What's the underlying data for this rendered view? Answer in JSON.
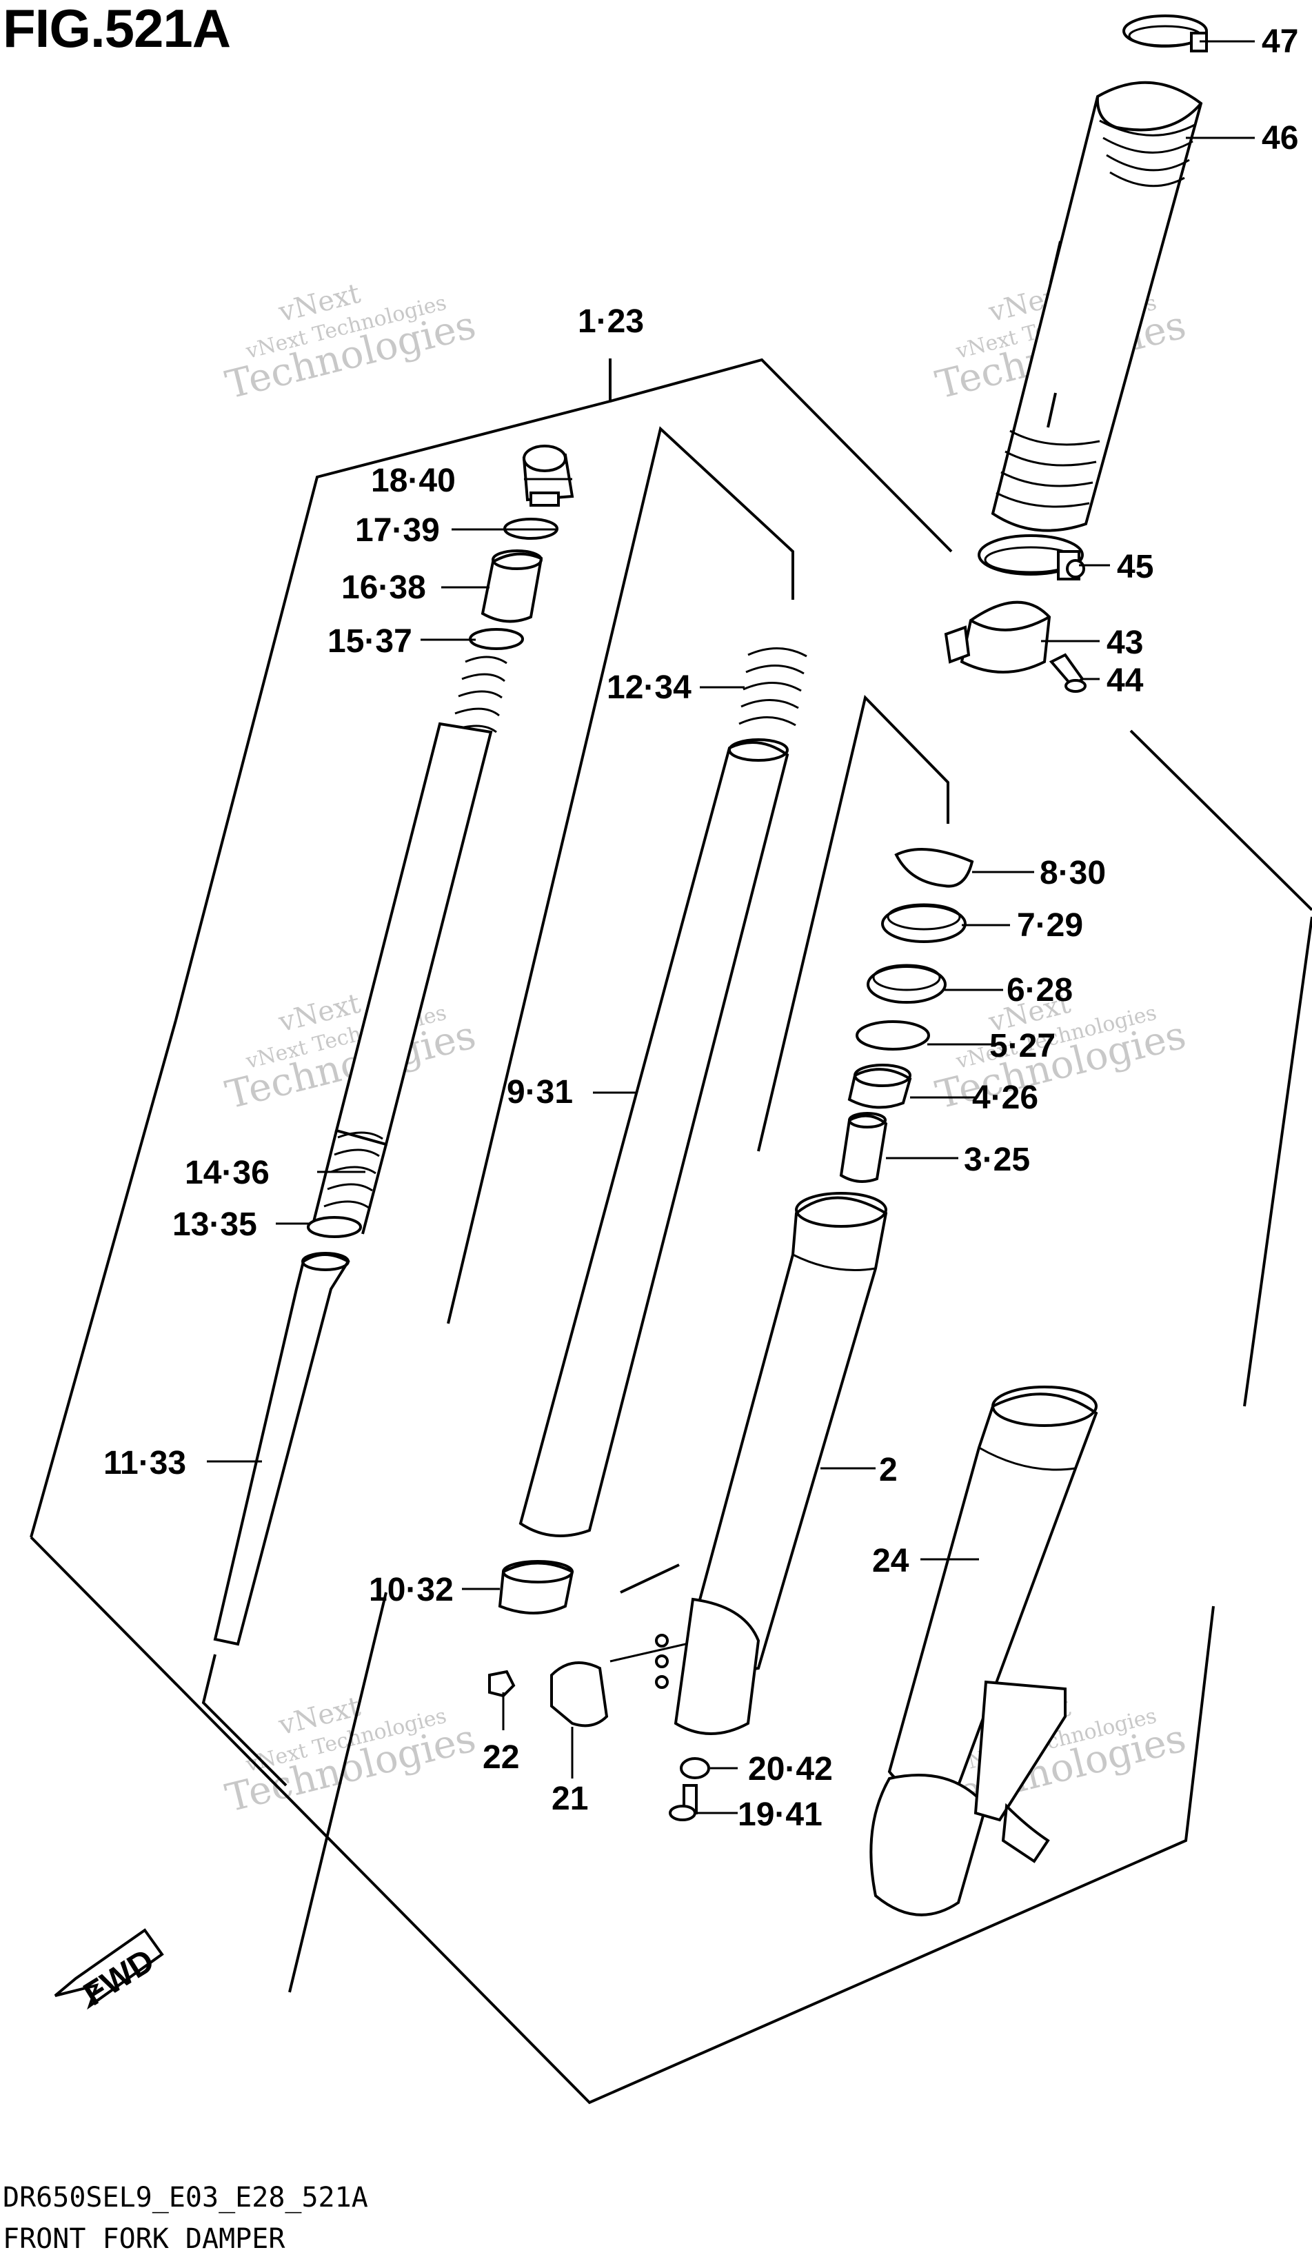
{
  "title": "FIG.521A",
  "model_code": "DR650SEL9_E03_E28_521A",
  "diagram_name": "FRONT FORK DAMPER",
  "fwd_label": "FWD",
  "watermark": {
    "line1": "vNext",
    "line2": "vNext Technologies",
    "line3": "Technologies"
  },
  "callouts": {
    "c1_23": "1·23",
    "c2": "2",
    "c3_25": "3·25",
    "c4_26": "4·26",
    "c5_27": "5·27",
    "c6_28": "6·28",
    "c7_29": "7·29",
    "c8_30": "8·30",
    "c9_31": "9·31",
    "c10_32": "10·32",
    "c11_33": "11·33",
    "c12_34": "12·34",
    "c13_35": "13·35",
    "c14_36": "14·36",
    "c15_37": "15·37",
    "c16_38": "16·38",
    "c17_39": "17·39",
    "c18_40": "18·40",
    "c19_41": "19·41",
    "c20_42": "20·42",
    "c21": "21",
    "c22": "22",
    "c24": "24",
    "c43": "43",
    "c44": "44",
    "c45": "45",
    "c46": "46",
    "c47": "47"
  }
}
